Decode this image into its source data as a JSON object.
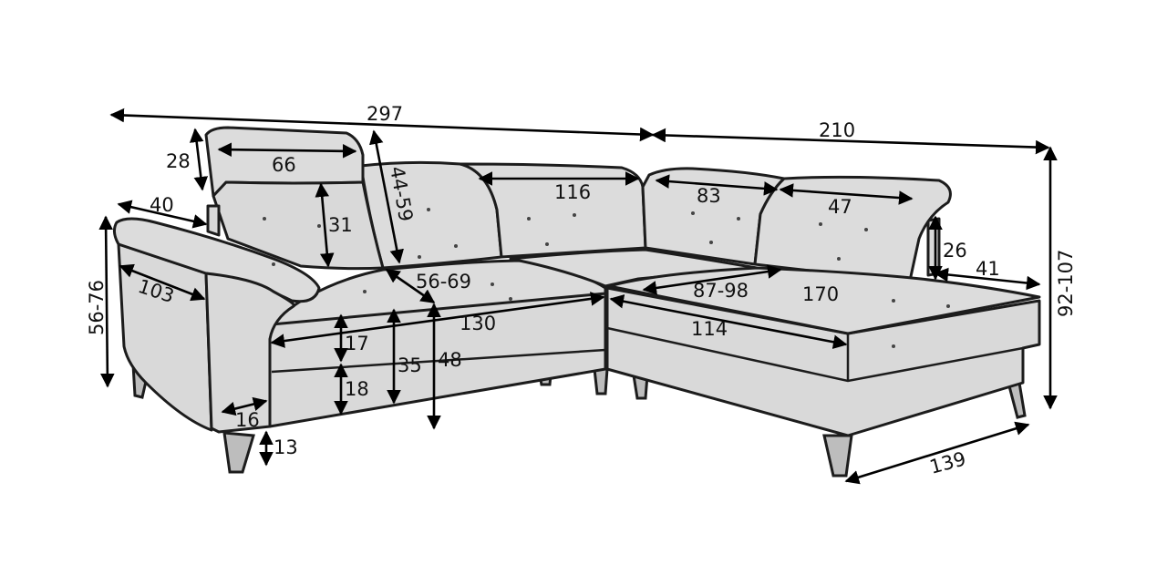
{
  "dimensions": {
    "total_width": "297",
    "right_width": "210",
    "headrest_height": "28",
    "headrest_width": "66",
    "left_arm_width": "40",
    "arm_height": "56-76",
    "arm_length": "103",
    "back_height": "31",
    "backrest_adjust": "44-59",
    "back_cushion_width": "116",
    "corner_back_width": "83",
    "right_back_width": "47",
    "right_headrest_height": "26",
    "right_arm_width": "41",
    "total_height": "92-107",
    "seat_depth": "56-69",
    "seat_depth_right": "87-98",
    "chaise_length": "170",
    "seat_width": "130",
    "chaise_width": "114",
    "cushion_thickness": "17",
    "base_height": "18",
    "seat_height": "35",
    "seat_height_total": "48",
    "arm_thickness": "16",
    "leg_height": "13",
    "chaise_depth": "139"
  }
}
